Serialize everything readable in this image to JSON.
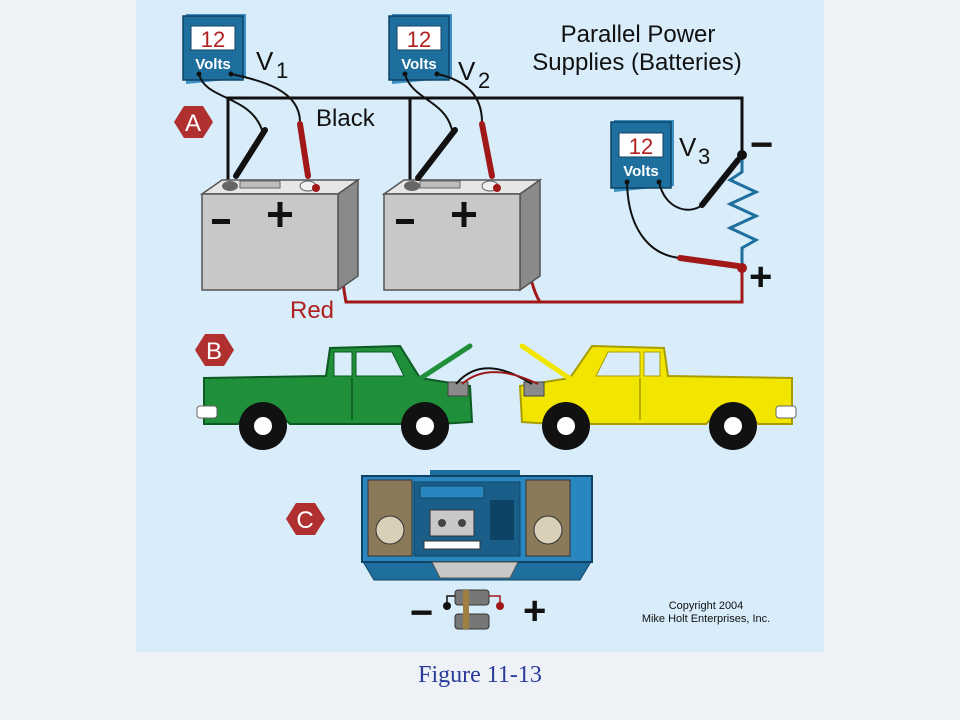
{
  "title_line1": "Parallel Power",
  "title_line2": "Supplies (Batteries)",
  "meters": [
    {
      "reading": "12",
      "unit": "Volts",
      "label": "V",
      "subscript": "1"
    },
    {
      "reading": "12",
      "unit": "Volts",
      "label": "V",
      "subscript": "2"
    },
    {
      "reading": "12",
      "unit": "Volts",
      "label": "V",
      "subscript": "3"
    }
  ],
  "wire_labels": {
    "black": "Black",
    "red": "Red"
  },
  "markers": {
    "a": "A",
    "b": "B",
    "c": "C"
  },
  "polarity": {
    "minus": "−",
    "plus": "+"
  },
  "copyright_line1": "Copyright 2004",
  "copyright_line2": "Mike Holt Enterprises, Inc.",
  "caption": "Figure 11-13",
  "colors": {
    "panel": "#d8ecfa",
    "meter": "#1f6f9e",
    "red_wire": "#a01818",
    "hexagon": "#b03030",
    "green_truck": "#1f8f3a",
    "yellow_truck": "#f2e600"
  }
}
